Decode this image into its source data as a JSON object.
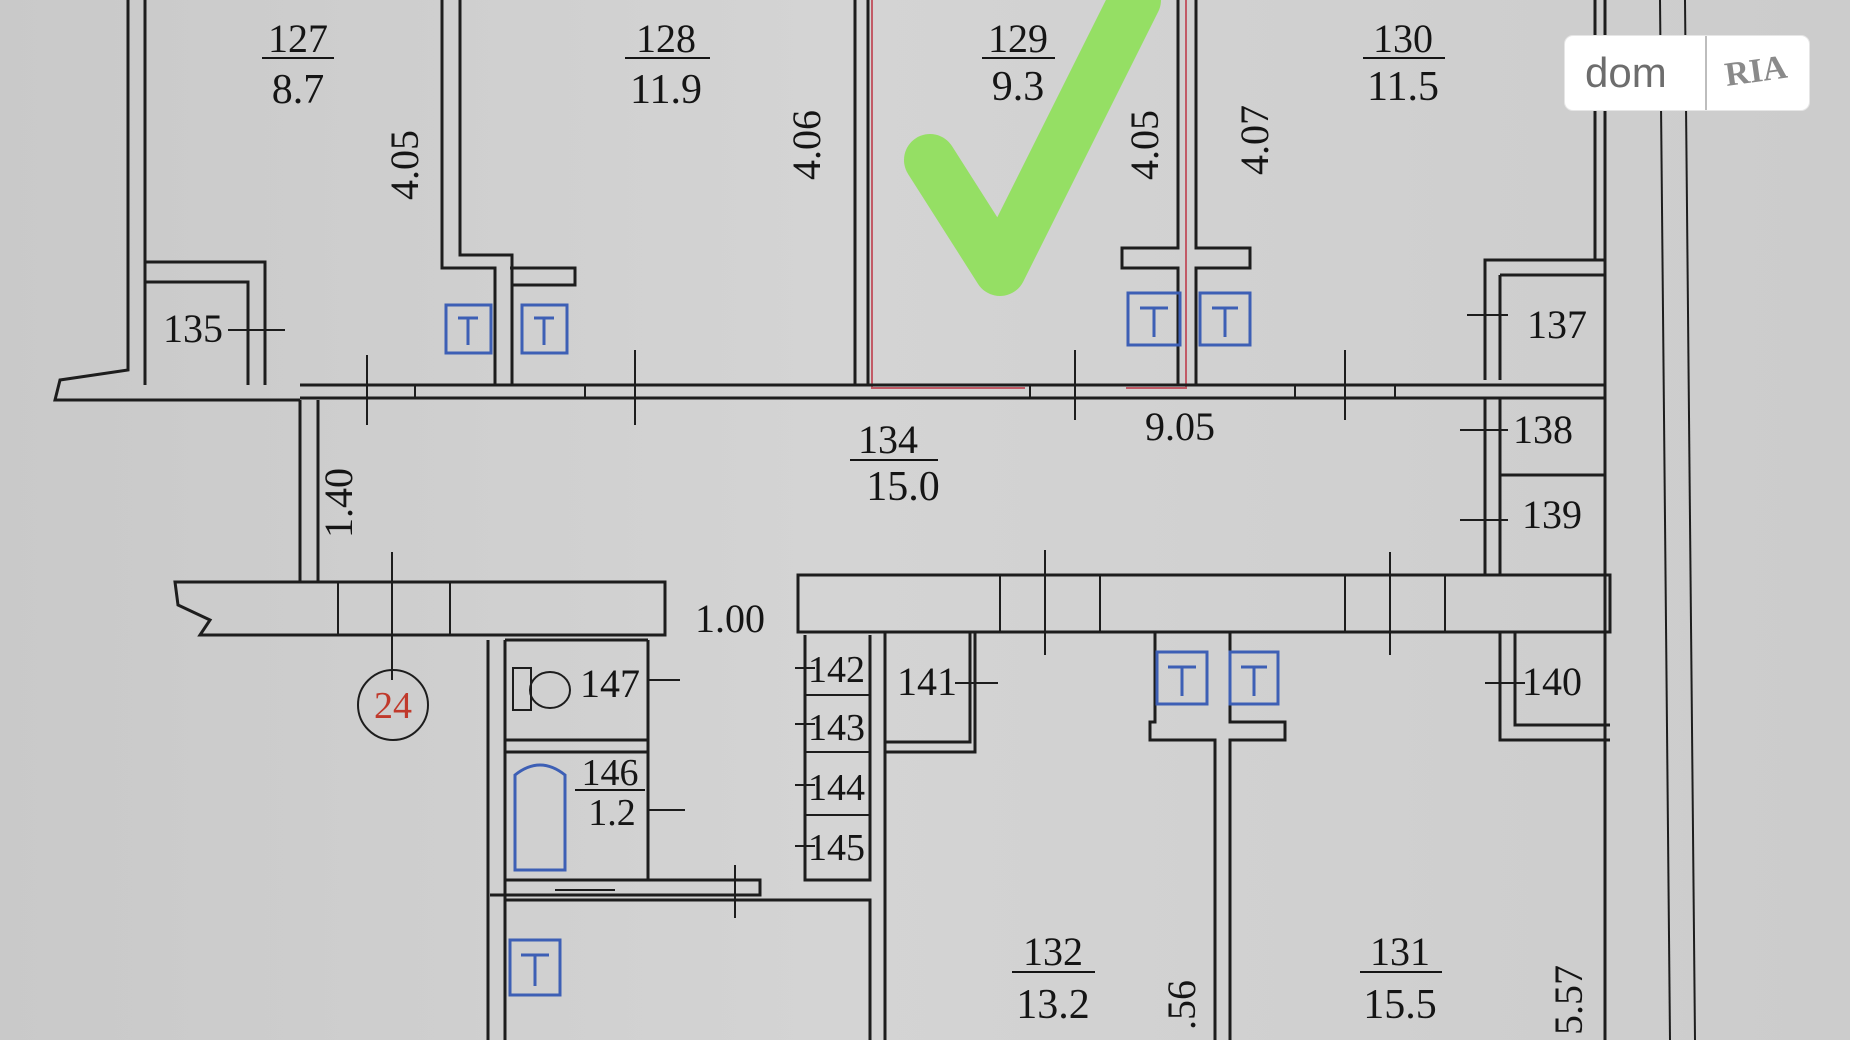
{
  "watermark": {
    "brand_left": "dom",
    "brand_right": "RIA"
  },
  "rooms": [
    {
      "id": "r127",
      "number": "127",
      "area": "8.7"
    },
    {
      "id": "r128",
      "number": "128",
      "area": "11.9"
    },
    {
      "id": "r129",
      "number": "129",
      "area": "9.3"
    },
    {
      "id": "r130",
      "number": "130",
      "area": "11.5"
    },
    {
      "id": "r134",
      "number": "134",
      "area": "15.0"
    },
    {
      "id": "r146",
      "number": "146",
      "area": "1.2"
    },
    {
      "id": "r132",
      "number": "132",
      "area": "13.2"
    },
    {
      "id": "r131",
      "number": "131",
      "area": "15.5"
    }
  ],
  "small_rooms": [
    "135",
    "137",
    "138",
    "139",
    "140",
    "141",
    "142",
    "143",
    "144",
    "145",
    "147"
  ],
  "dimensions": [
    "4.05",
    "4.06",
    "4.05",
    "4.07",
    "9.05",
    "1.40",
    "1.00",
    ".56",
    "5.57"
  ],
  "marker": {
    "label": "24"
  },
  "colors": {
    "check": "#8fe05a",
    "fixtures": "#3d5fb5",
    "marker": "#c0392b",
    "highlight": "#c25a66"
  }
}
